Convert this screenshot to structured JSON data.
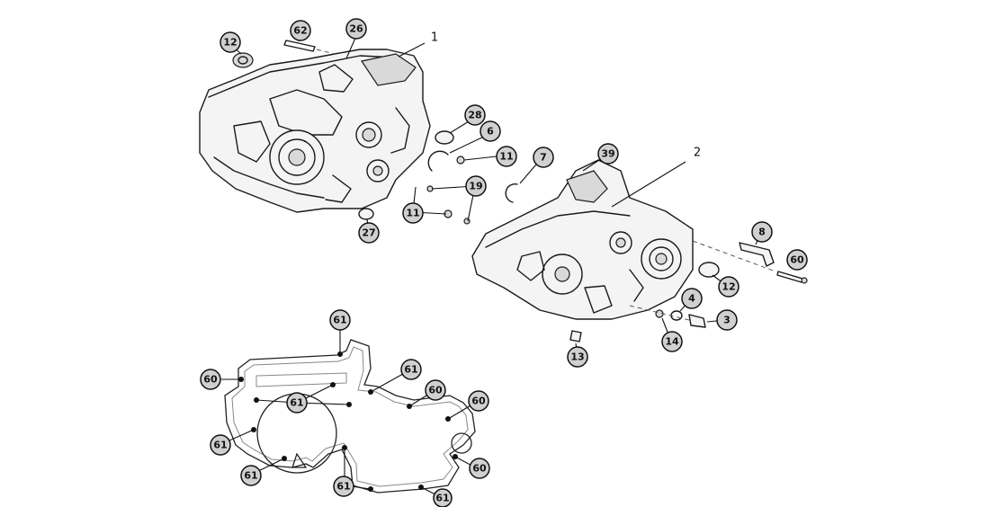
{
  "labels": {
    "l1": "1",
    "l2": "2",
    "b62": "62",
    "b26": "26",
    "b12a": "12",
    "b28": "28",
    "b6": "6",
    "b11a": "11",
    "b19": "19",
    "b11b": "11",
    "b27": "27",
    "b7": "7",
    "b39": "39",
    "b8": "8",
    "b60a": "60",
    "b12b": "12",
    "b4": "4",
    "b3": "3",
    "b14": "14",
    "b13": "13",
    "g61a": "61",
    "g60a": "60",
    "g61b": "61",
    "g61c": "61",
    "g60b": "60",
    "g60c": "60",
    "g61d": "61",
    "g61e": "61",
    "g60d": "60",
    "g61f": "61",
    "g61g": "61"
  }
}
